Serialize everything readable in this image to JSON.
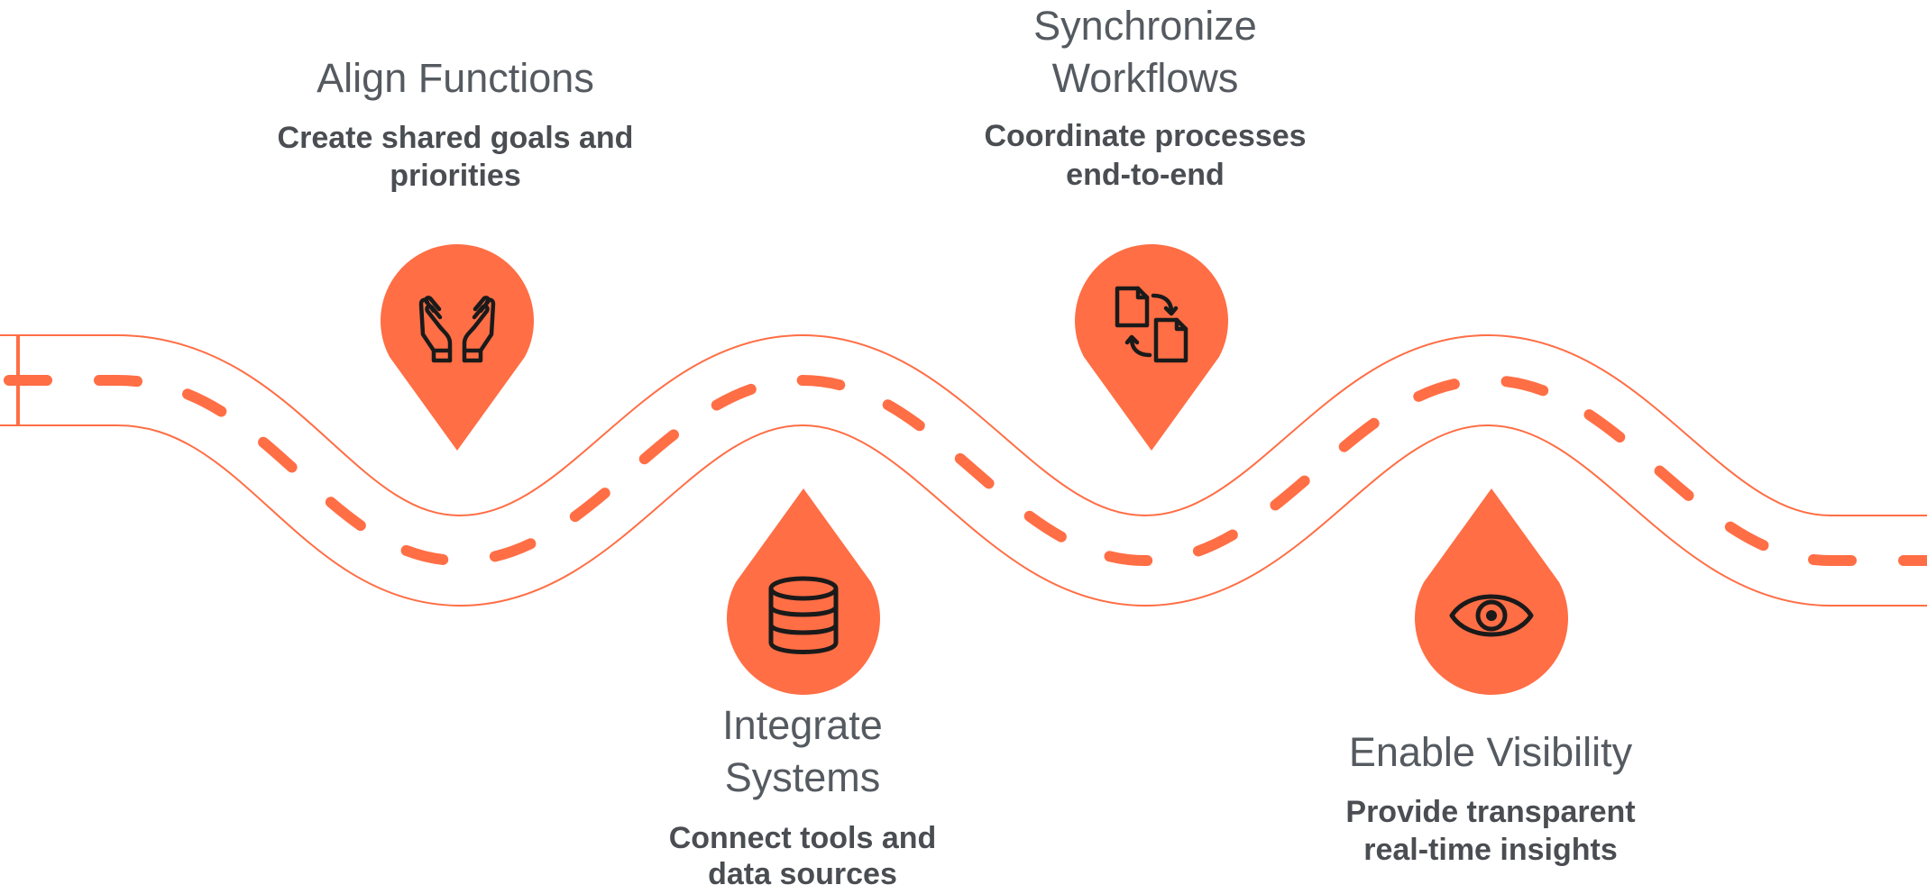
{
  "colors": {
    "accent": "#FF6E45",
    "road_outline": "#FF6E45",
    "road_fill": "#FFFFFF",
    "title_text": "#555A60",
    "desc_text": "#4A4D52"
  },
  "steps": [
    {
      "title": "Align Functions",
      "description": "Create shared goals and priorities",
      "icon": "open-hands-icon",
      "pin_direction": "down"
    },
    {
      "title": "Integrate Systems",
      "description": "Connect tools and data sources",
      "icon": "database-icon",
      "pin_direction": "up"
    },
    {
      "title": "Synchronize Workflows",
      "description": "Coordinate processes end-to-end",
      "icon": "document-sync-icon",
      "pin_direction": "down"
    },
    {
      "title": "Enable Visibility",
      "description": "Provide transparent real-time insights",
      "icon": "eye-icon",
      "pin_direction": "up"
    }
  ]
}
